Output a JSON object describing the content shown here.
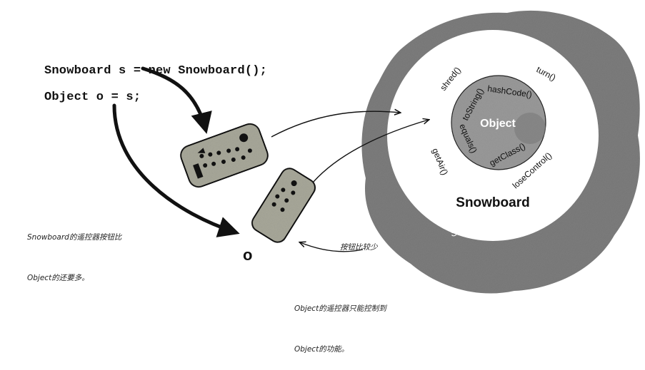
{
  "code": {
    "line1": "Snowboard s = new Snowboard();",
    "line2": "Object o = s;"
  },
  "note_left": {
    "line1": "Snowboard的遥控器按钮比",
    "line2": "Object的还要多。"
  },
  "note_fewer": "按钮比较少",
  "note_bottom": {
    "line1": "Object的遥控器只能控制到",
    "line2": "Object的功能。"
  },
  "reference_label": "o",
  "object_diagram": {
    "outer_label": "Snowboard 对象",
    "snowboard_label": "Snowboard",
    "object_label": "Object",
    "snowboard_methods": [
      "shred()",
      "turn()",
      "getAir()",
      "loseControl()"
    ],
    "object_methods": [
      "toString()",
      "hashCode()",
      "equals()",
      "getClass()"
    ]
  },
  "colors": {
    "blob": "#7d7d7d",
    "inner_circle": "#9a9a9a",
    "remote": "#a8a89a",
    "ink": "#111111"
  }
}
